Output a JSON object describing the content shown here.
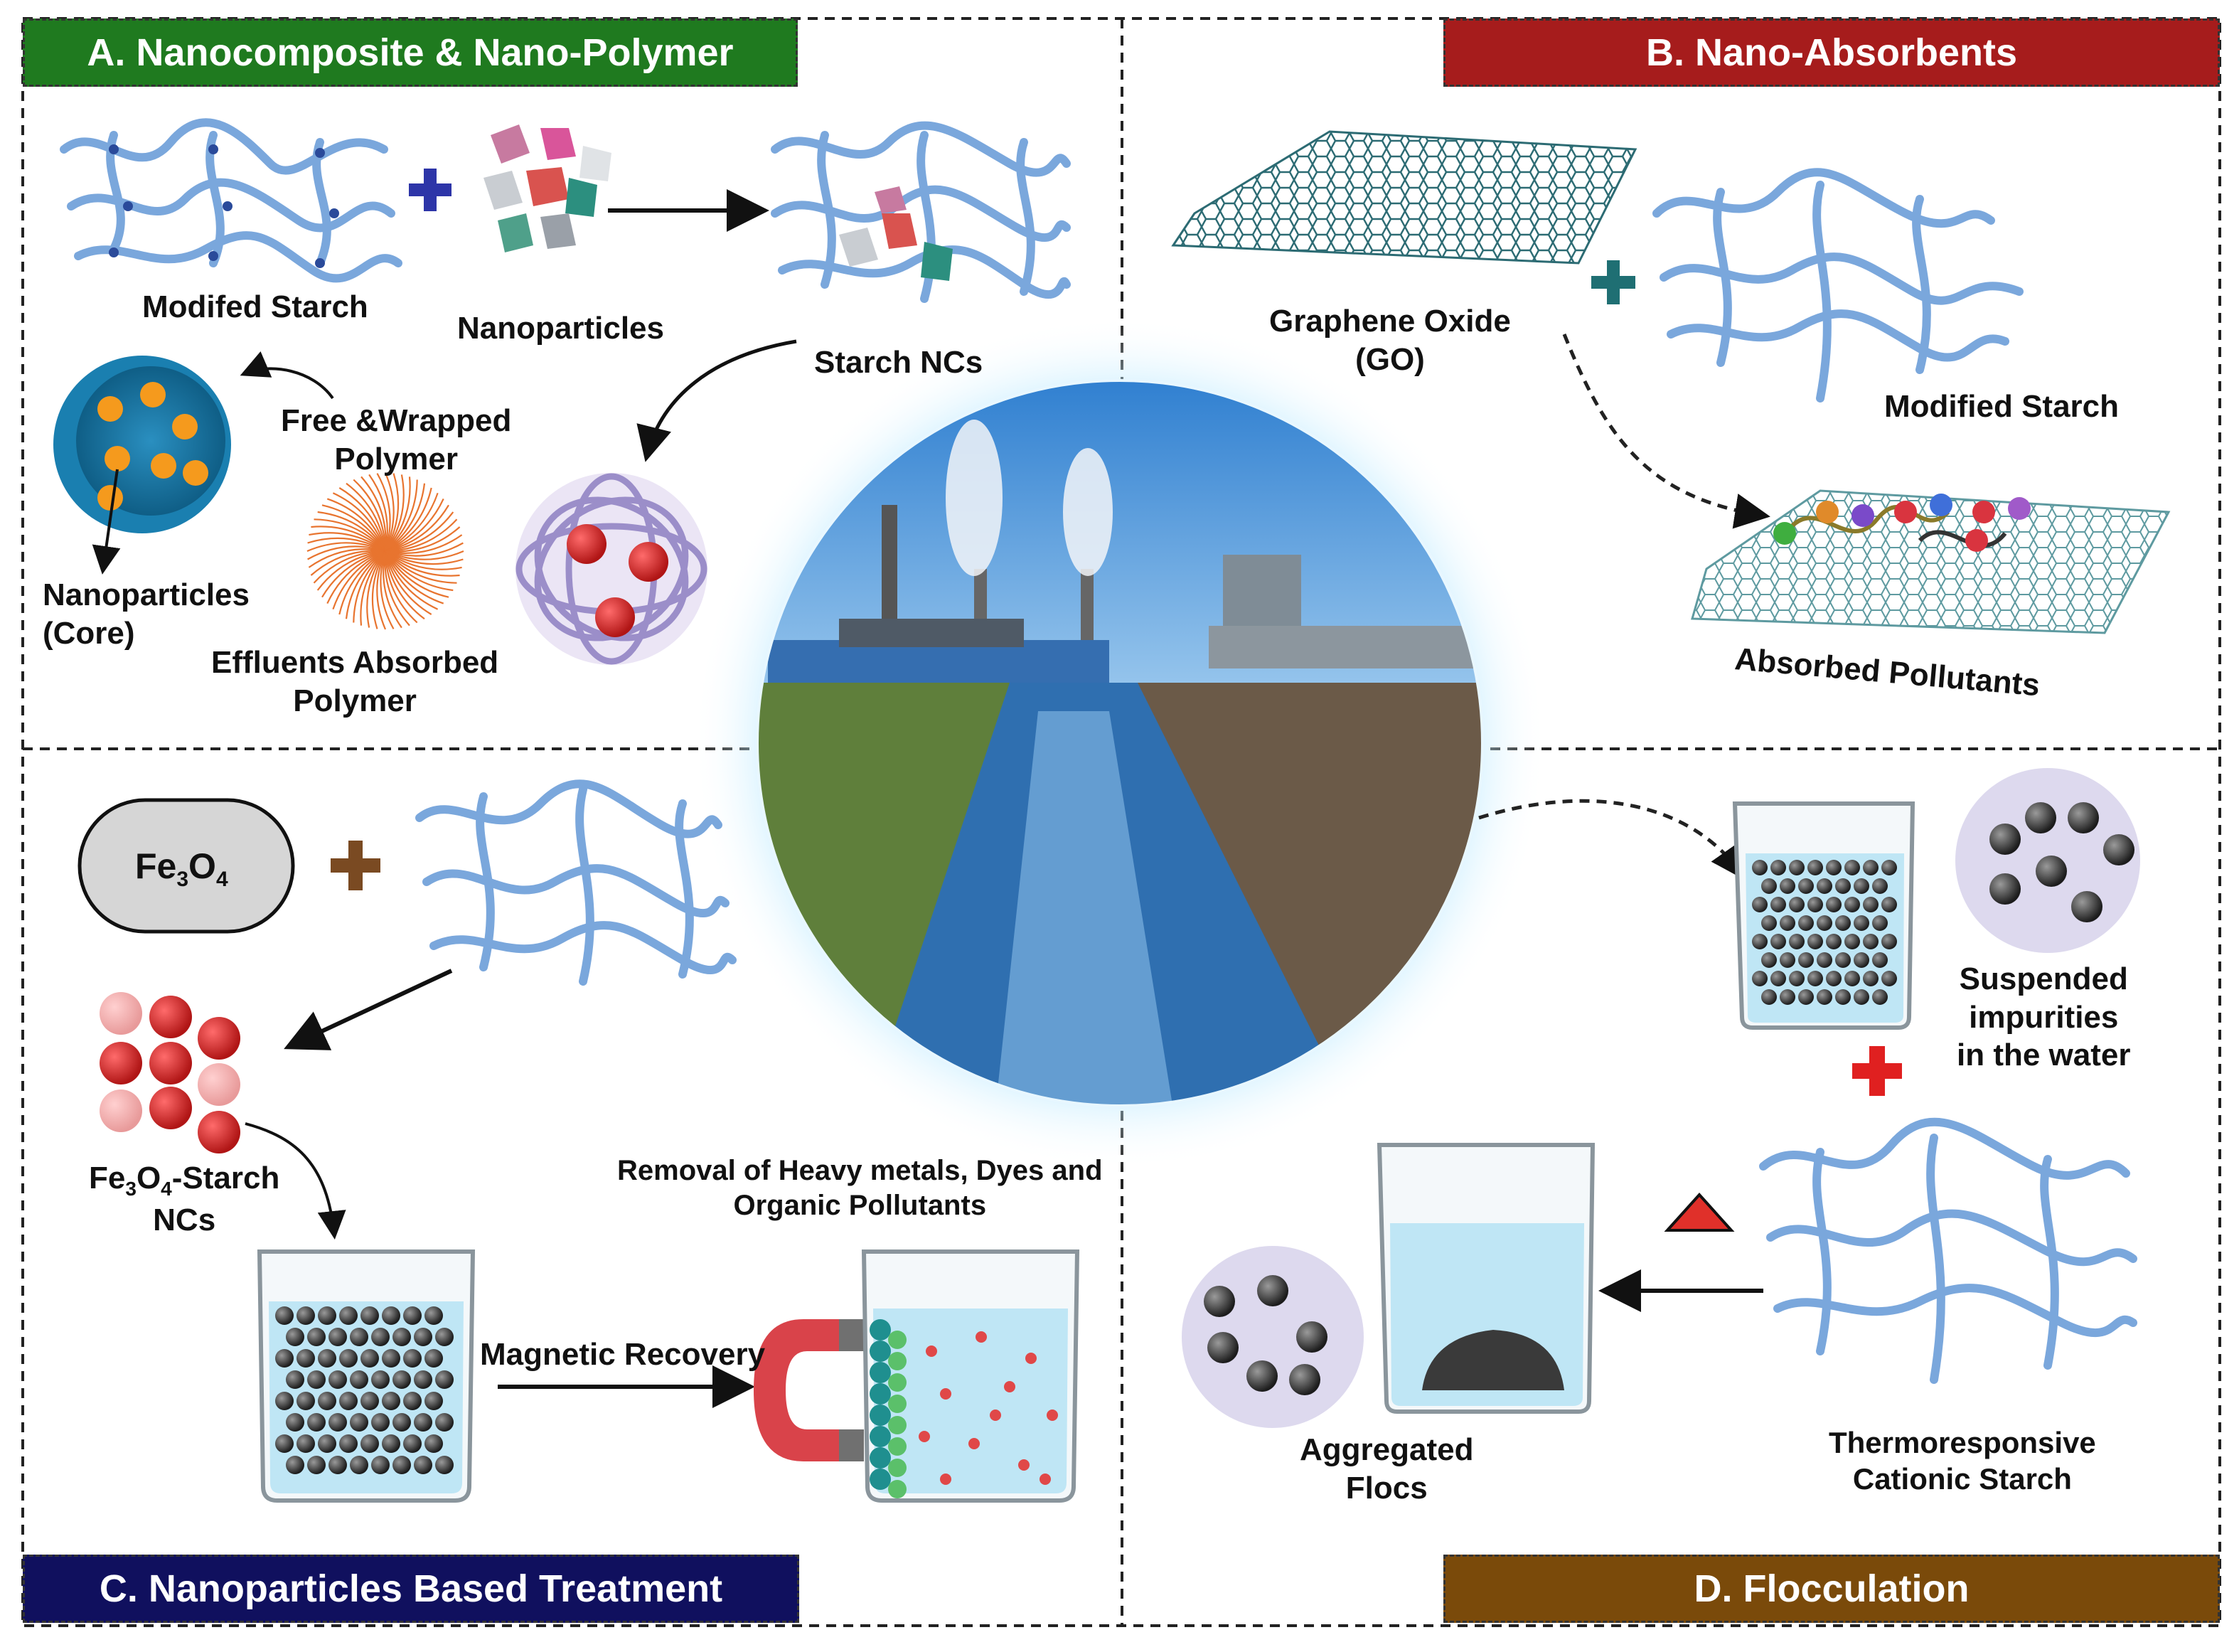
{
  "banners": {
    "a": "A. Nanocomposite & Nano-Polymer",
    "b": "B. Nano-Absorbents",
    "c": "C. Nanoparticles Based Treatment",
    "d": "D. Flocculation"
  },
  "banner_colors": {
    "a": "#1f7a1f",
    "b": "#a61c1c",
    "c": "#10105e",
    "d": "#7a4a0a"
  },
  "panel_a": {
    "modified_starch": "Modifed Starch",
    "nanoparticles": "Nanoparticles",
    "starch_ncs": "Starch NCs",
    "free_wrapped_line1": "Free &Wrapped",
    "free_wrapped_line2": "Polymer",
    "core_line1": "Nanoparticles",
    "core_line2": "(Core)",
    "effluents_line1": "Effluents Absorbed",
    "effluents_line2": "Polymer"
  },
  "panel_b": {
    "go_line1": "Graphene Oxide",
    "go_line2": "(GO)",
    "modified_starch": "Modified Starch",
    "absorbed_pollutants": "Absorbed Pollutants"
  },
  "panel_c": {
    "fe3o4_base": "Fe",
    "fe3o4_sub1": "3",
    "fe3o4_mid": "O",
    "fe3o4_sub2": "4",
    "ncs_base": "Fe",
    "ncs_sub1": "3",
    "ncs_mid": "O",
    "ncs_sub2": "4",
    "ncs_tail": "-Starch",
    "ncs_line2": "NCs",
    "removal_line1": "Removal of  Heavy metals, Dyes and",
    "removal_line2": "Organic Pollutants",
    "magnetic_recovery": "Magnetic Recovery"
  },
  "panel_d": {
    "suspended_line1": "Suspended",
    "suspended_line2": "impurities",
    "suspended_line3": "in the water",
    "aggregated_line1": "Aggregated",
    "aggregated_line2": "Flocs",
    "thermo_line1": "Thermoresponsive",
    "thermo_line2": "Cationic Starch"
  },
  "icons": [
    "plus-icon",
    "arrow-icon",
    "magnet-icon",
    "beaker-icon",
    "heat-triangle-icon",
    "graphene-sheet-icon",
    "polymer-network-icon",
    "nanoparticle-cluster-icon",
    "core-shell-particle-icon",
    "industrial-wastewater-photo"
  ],
  "colors": {
    "polymer": "#7aa7dc",
    "node": "#2a4a9a",
    "plus_blue": "#2d35a8",
    "plus_teal": "#1f6f73",
    "plus_brown": "#7a4a22",
    "plus_red": "#e02020",
    "graphene": "#2c6b73",
    "water": "#bfe6f5"
  }
}
